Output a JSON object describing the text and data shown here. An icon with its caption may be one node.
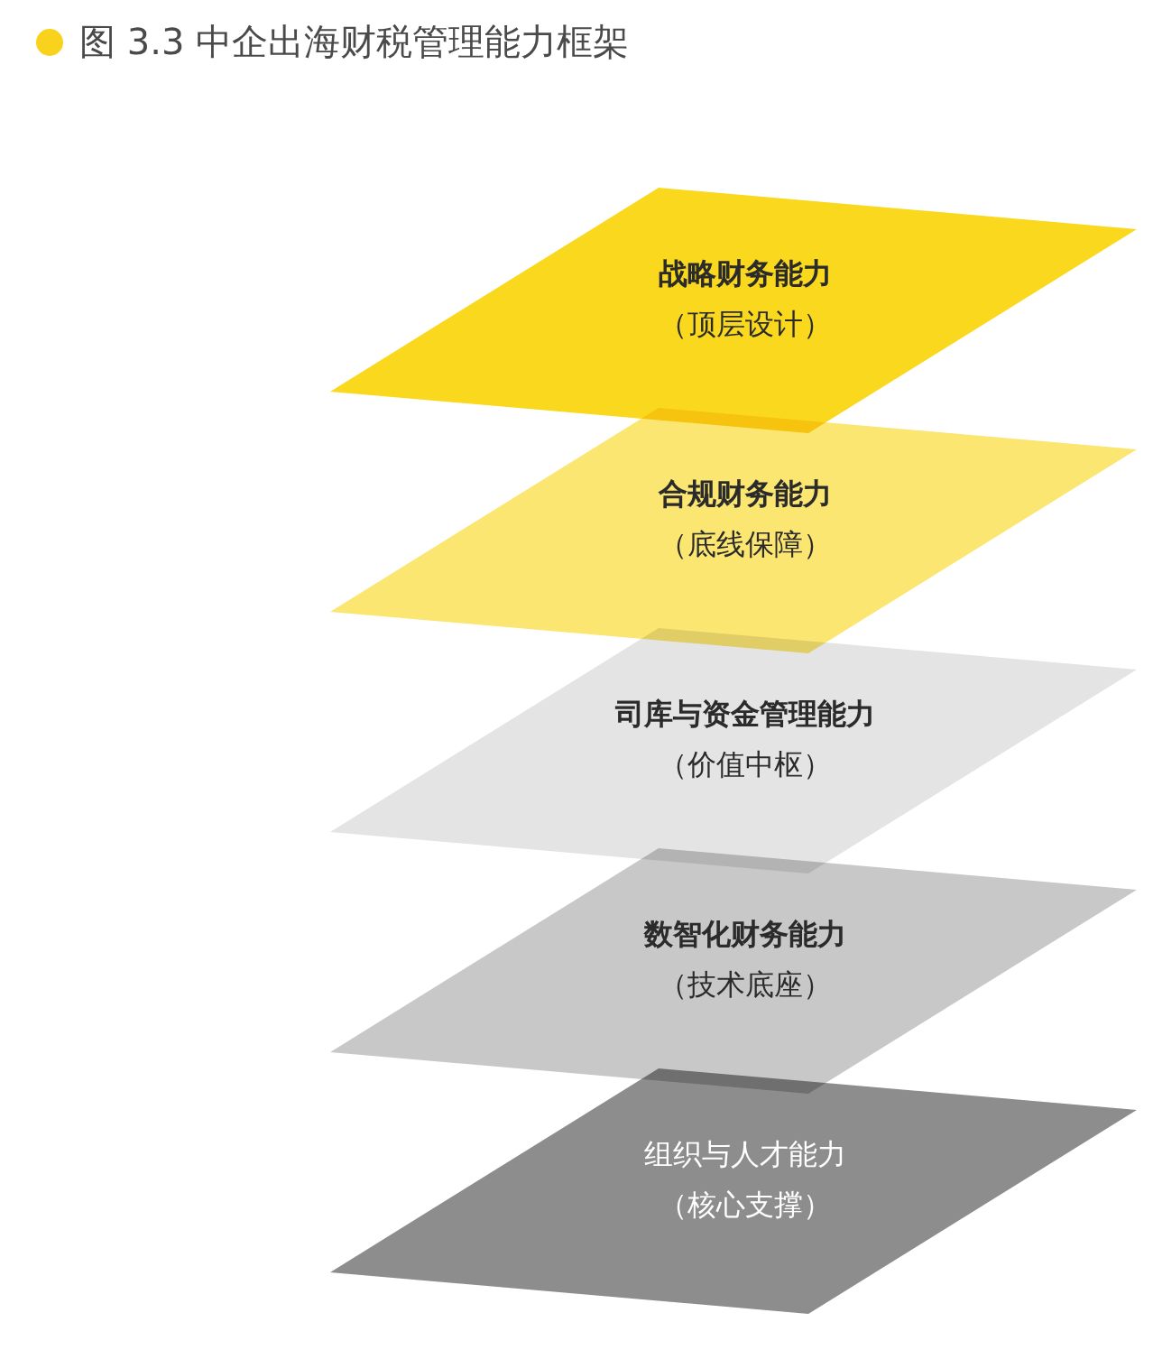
{
  "diagram": {
    "title": "图 3.3 中企出海财税管理能力框架",
    "nodes": [
      {
        "text": [
          "战略财务能力",
          "（顶层设计）"
        ]
      },
      {
        "text": [
          "合规财务能力",
          "（底线保障）"
        ]
      },
      {
        "text": [
          "司库与资金管理能力",
          "（价值中枢）"
        ]
      },
      {
        "text": [
          "数智化财务能力",
          "（技术底座）"
        ]
      },
      {
        "text": [
          "组织与人才能力",
          "（核心支撑）"
        ]
      }
    ]
  }
}
